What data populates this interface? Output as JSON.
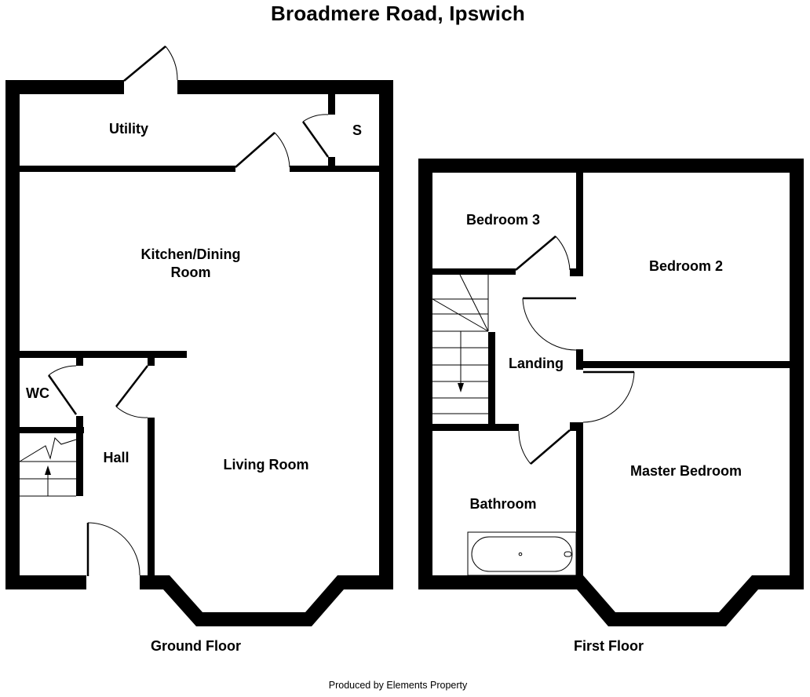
{
  "title": "Broadmere Road, Ipswich",
  "ground_floor": {
    "caption": "Ground Floor",
    "rooms": {
      "utility": "Utility",
      "store": "S",
      "kitchen": "Kitchen/Dining\nRoom",
      "wc": "WC",
      "hall": "Hall",
      "living": "Living Room"
    }
  },
  "first_floor": {
    "caption": "First Floor",
    "rooms": {
      "bedroom3": "Bedroom 3",
      "bedroom2": "Bedroom 2",
      "landing": "Landing",
      "bathroom": "Bathroom",
      "master": "Master Bedroom"
    }
  },
  "credit": "Produced by Elements Property",
  "colors": {
    "wall": "#000000",
    "background": "#ffffff"
  }
}
